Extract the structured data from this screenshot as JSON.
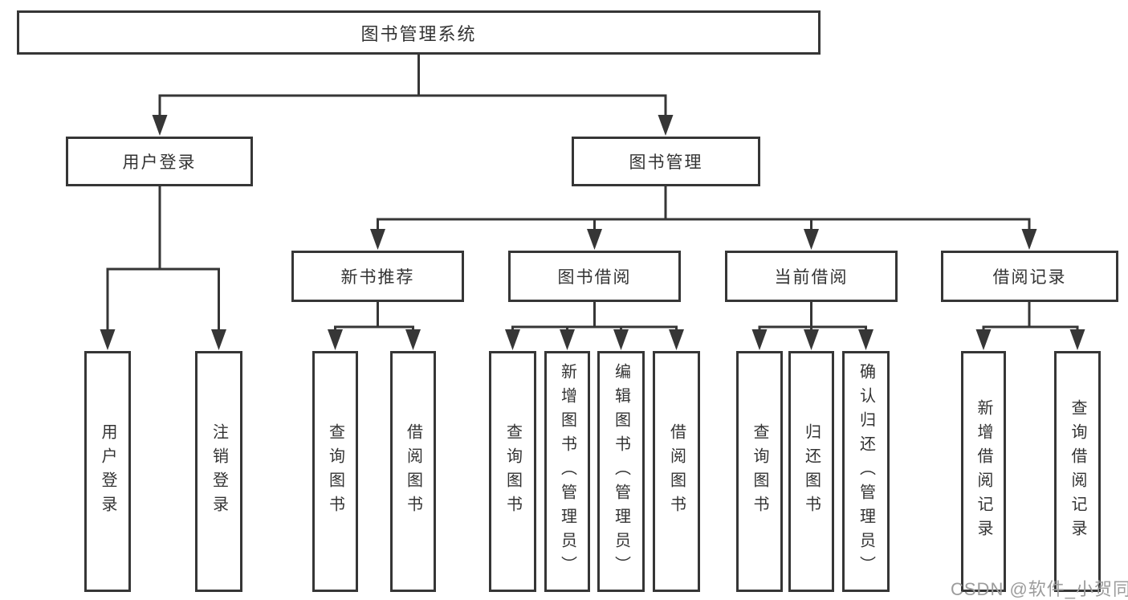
{
  "diagram": {
    "root": {
      "label": "图书管理系统"
    },
    "branches": [
      {
        "label": "用户登录",
        "children": [
          {
            "label": "用户登录"
          },
          {
            "label": "注销登录"
          }
        ]
      },
      {
        "label": "图书管理",
        "sections": [
          {
            "label": "新书推荐",
            "children": [
              {
                "label": "查询图书"
              },
              {
                "label": "借阅图书"
              }
            ]
          },
          {
            "label": "图书借阅",
            "children": [
              {
                "label": "查询图书"
              },
              {
                "label": "新增图书（管理员）"
              },
              {
                "label": "编辑图书（管理员）"
              },
              {
                "label": "借阅图书"
              }
            ]
          },
          {
            "label": "当前借阅",
            "children": [
              {
                "label": "查询图书"
              },
              {
                "label": "归还图书"
              },
              {
                "label": "确认归还（管理员）"
              }
            ]
          },
          {
            "label": "借阅记录",
            "children": [
              {
                "label": "新增借阅记录"
              },
              {
                "label": "查询借阅记录"
              }
            ]
          }
        ]
      }
    ]
  },
  "watermark": {
    "label": "CSDN @软件_小贺同学"
  },
  "colors": {
    "line": "#363636",
    "text": "#333333",
    "watermark": "#9c9c9c",
    "background": "#ffffff"
  }
}
